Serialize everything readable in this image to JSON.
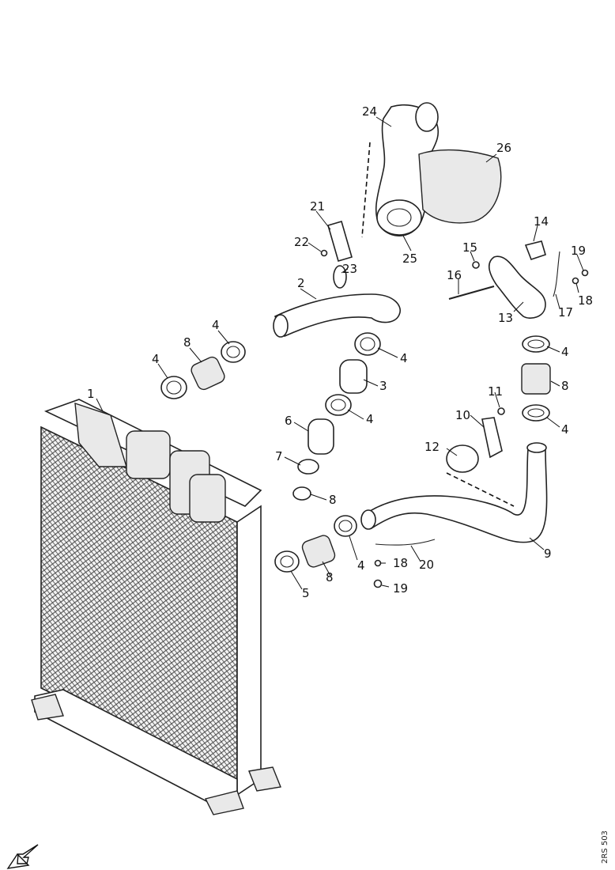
{
  "diagram": {
    "reference_code": "2RS 503",
    "callouts": [
      "1",
      "2",
      "3",
      "4",
      "4",
      "4",
      "4",
      "4",
      "4",
      "4",
      "5",
      "6",
      "7",
      "8",
      "8",
      "8",
      "8",
      "9",
      "10",
      "11",
      "12",
      "13",
      "14",
      "15",
      "16",
      "17",
      "18",
      "18",
      "19",
      "19",
      "20",
      "21",
      "22",
      "23",
      "24",
      "25",
      "26"
    ],
    "icons": {
      "direction_arrow": "front-direction-arrow-icon"
    }
  }
}
